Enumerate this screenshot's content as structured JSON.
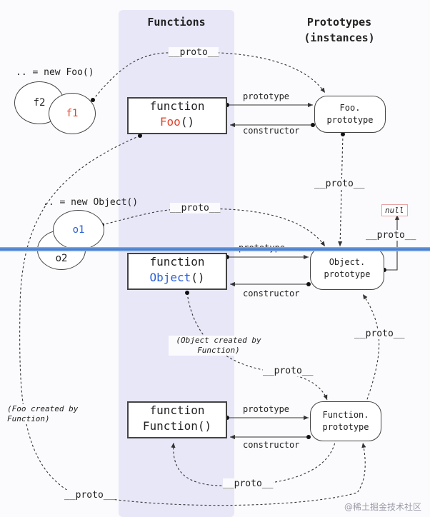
{
  "headers": {
    "functions": "Functions",
    "prototypes": "Prototypes",
    "prototypes_sub": "(instances)"
  },
  "labels": {
    "new_foo": ".. = new Foo()",
    "new_object": ".. = new Object()",
    "proto": "__proto__",
    "prototype": "prototype",
    "constructor": "constructor",
    "null": "null",
    "object_created": "(Object created by Function)",
    "foo_created": "(Foo created by Function)"
  },
  "nodes": {
    "f2": "f2",
    "f1": "f1",
    "o1": "o1",
    "o2": "o2",
    "foo_func_kw": "function",
    "foo_func_name": "Foo",
    "foo_func_paren": "()",
    "obj_func_kw": "function",
    "obj_func_name": "Object",
    "obj_func_paren": "()",
    "fn_func_kw": "function",
    "fn_func_name": "Function()",
    "foo_proto_line1": "Foo.",
    "foo_proto_line2": "prototype",
    "obj_proto_line1": "Object.",
    "obj_proto_line2": "prototype",
    "fn_proto_line1": "Function.",
    "fn_proto_line2": "prototype"
  },
  "watermark": "@稀土掘金技术社区",
  "colors": {
    "column_bg": "#e7e7f8",
    "red_text": "#e0442c",
    "blue_text": "#2b60d8",
    "separator": "#3f78cc",
    "null_border": "#e8a3a3"
  }
}
